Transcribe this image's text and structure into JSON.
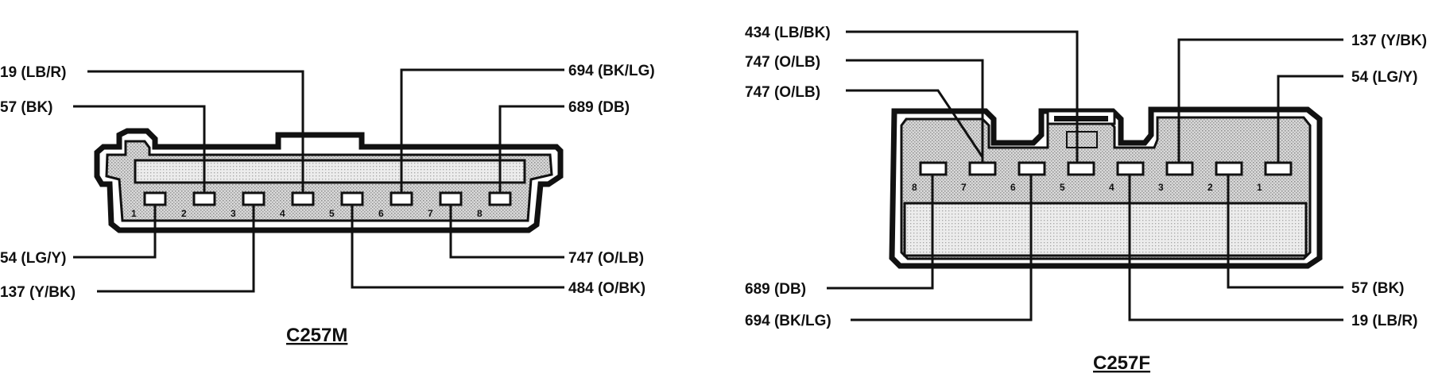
{
  "connectors": [
    {
      "title": "C257M",
      "pin_numbers": [
        "1",
        "2",
        "3",
        "4",
        "5",
        "6",
        "7",
        "8"
      ],
      "top_labels": [
        {
          "text": "19 (LB/R)",
          "pin": "4"
        },
        {
          "text": "57 (BK)",
          "pin": "2"
        },
        {
          "text": "694 (BK/LG)",
          "pin": "6"
        },
        {
          "text": "689 (DB)",
          "pin": "8"
        }
      ],
      "bottom_labels": [
        {
          "text": "54 (LG/Y)",
          "pin": "1"
        },
        {
          "text": "137 (Y/BK)",
          "pin": "3"
        },
        {
          "text": "747 (O/LB)",
          "pin": "7"
        },
        {
          "text": "484 (O/BK)",
          "pin": "5"
        }
      ]
    },
    {
      "title": "C257F",
      "pin_numbers": [
        "8",
        "7",
        "6",
        "5",
        "4",
        "3",
        "2",
        "1"
      ],
      "top_labels": [
        {
          "text": "434 (LB/BK)",
          "pin": "5"
        },
        {
          "text": "747 (O/LB)",
          "pin": "7"
        },
        {
          "text": "747 (O/LB)",
          "pin": "7"
        },
        {
          "text": "137 (Y/BK)",
          "pin": "3"
        },
        {
          "text": "54 (LG/Y)",
          "pin": "1"
        }
      ],
      "bottom_labels": [
        {
          "text": "689 (DB)",
          "pin": "8"
        },
        {
          "text": "694 (BK/LG)",
          "pin": "6"
        },
        {
          "text": "57 (BK)",
          "pin": "2"
        },
        {
          "text": "19 (LB/R)",
          "pin": "4"
        }
      ]
    }
  ]
}
